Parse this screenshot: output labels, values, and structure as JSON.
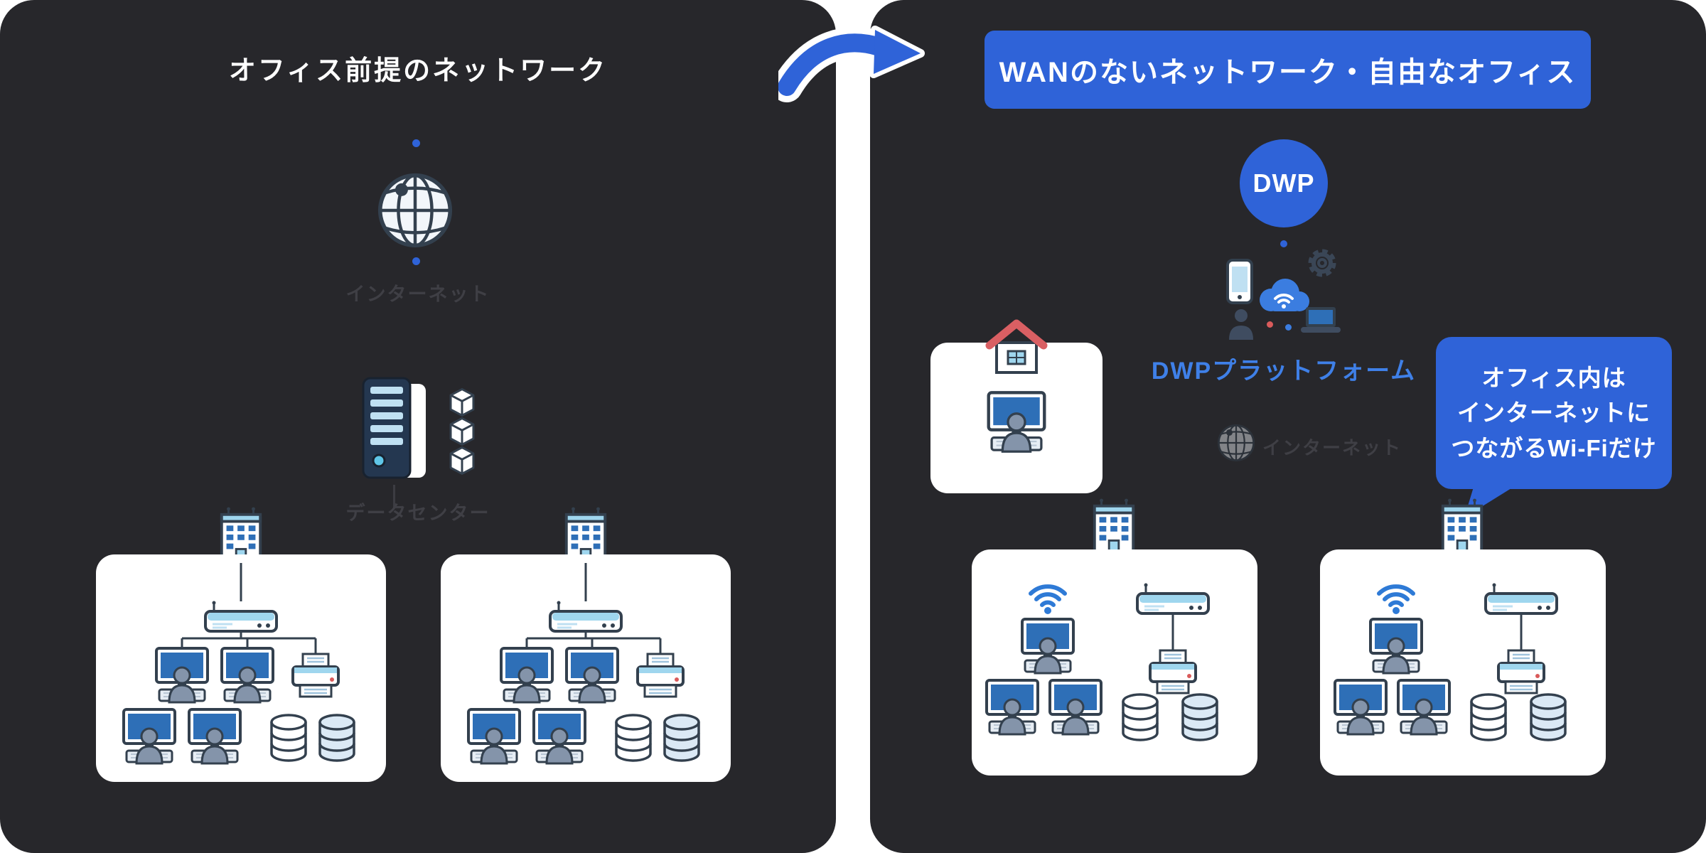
{
  "left_panel": {
    "title": "オフィス前提のネットワーク",
    "internet_label": "インターネット",
    "server_label": "データセンター"
  },
  "right_panel": {
    "title": "WANのないネットワーク・自由なオフィス",
    "dwp_badge": "DWP",
    "platform_label": "DWPプラットフォーム",
    "internet_label": "インターネット",
    "callout": {
      "lines": [
        "オフィス内は",
        "インターネットに",
        "つながるWi-Fiだけ"
      ]
    }
  },
  "colors": {
    "panel_bg": "#27272b",
    "accent_blue": "#2f63d8",
    "platform_label_blue": "#3f80e8",
    "card_bg": "#ffffff",
    "faint_label": "#3f3f45",
    "icon_outline": "#33404e",
    "icon_light_blue": "#9fd6ee",
    "screen_blue": "#2e6fb7",
    "roof_red": "#d95f63"
  },
  "icons": {
    "globe": "internet globe",
    "server": "data-center server rack",
    "cube": "stacked system blocks",
    "building": "office building",
    "router": "wired router / hub",
    "workstation": "desktop PC with user",
    "printer": "printer",
    "database": "database cylinder",
    "house": "home (remote work)",
    "wifi": "wi-fi signal",
    "smartphone": "smartphone",
    "cloud": "cloud with wi-fi",
    "gear": "settings gear",
    "user": "user silhouette",
    "laptop": "laptop",
    "arrow": "transition arrow"
  }
}
